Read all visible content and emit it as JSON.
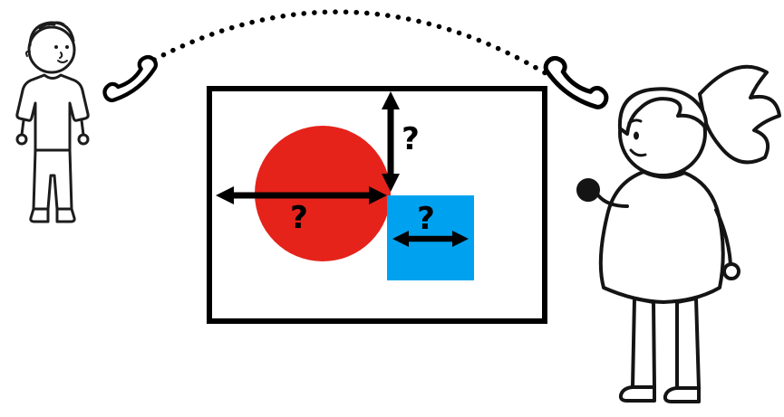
{
  "scene": {
    "labels": {
      "circle_width": "?",
      "circle_top_gap": "?",
      "square_width": "?"
    },
    "colors": {
      "circle": "#e5231b",
      "square": "#00a2ef",
      "ink": "#000000",
      "paper": "#ffffff"
    },
    "figures": {
      "left_person": "man-talking-on-phone",
      "right_person": "girl-talking-on-phone",
      "left_phone": "telephone-handset-icon",
      "right_phone": "telephone-handset-icon",
      "connection": "dotted-speech-arc",
      "board": "whiteboard-with-shapes"
    }
  }
}
